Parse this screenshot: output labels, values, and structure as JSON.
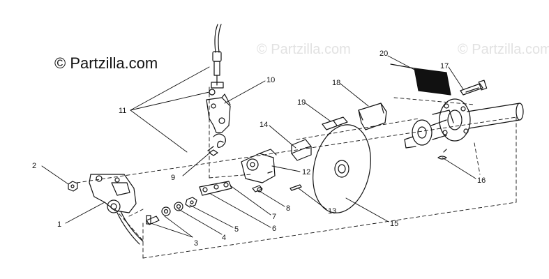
{
  "watermark": {
    "text": "© Partzilla.com"
  },
  "callouts": {
    "c1": "1",
    "c2": "2",
    "c3": "3",
    "c4": "4",
    "c5": "5",
    "c6": "6",
    "c7": "7",
    "c8": "8",
    "c9": "9",
    "c10": "10",
    "c11": "11",
    "c12": "12",
    "c13": "13",
    "c14": "14",
    "c15": "15",
    "c16": "16",
    "c17": "17",
    "c18": "18",
    "c19": "19",
    "c20": "20"
  }
}
